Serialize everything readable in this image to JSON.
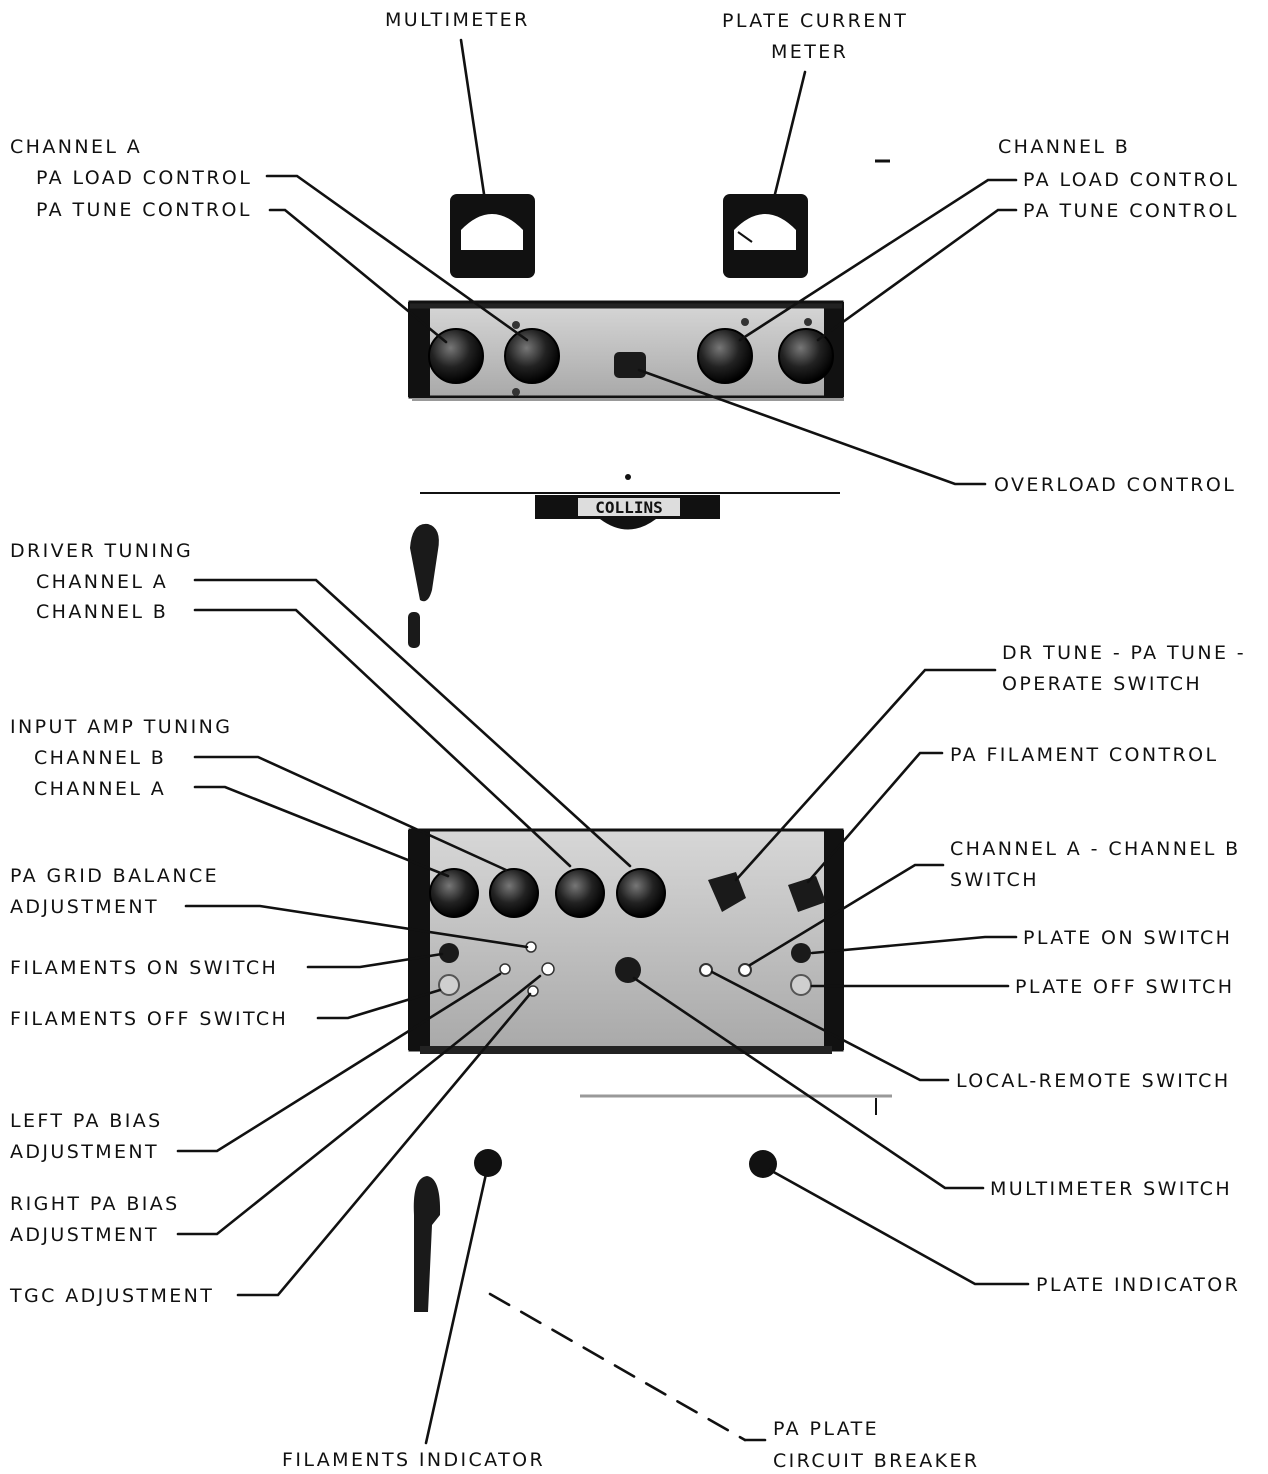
{
  "labels": {
    "multimeter": "MULTIMETER",
    "plate_current_meter_1": "PLATE CURRENT",
    "plate_current_meter_2": "METER",
    "channel_a_header": "CHANNEL A",
    "ch_a_pa_load": "PA LOAD CONTROL",
    "ch_a_pa_tune": "PA TUNE CONTROL",
    "channel_b_header": "CHANNEL B",
    "ch_b_pa_load": "PA LOAD CONTROL",
    "ch_b_pa_tune": "PA TUNE CONTROL",
    "overload_control": "OVERLOAD CONTROL",
    "brand_nameplate": "COLLINS",
    "driver_tuning": "DRIVER TUNING",
    "driver_ch_a": "CHANNEL A",
    "driver_ch_b": "CHANNEL B",
    "dr_tune_1": "DR TUNE - PA TUNE -",
    "dr_tune_2": "OPERATE SWITCH",
    "input_amp_tuning": "INPUT AMP TUNING",
    "input_ch_b": "CHANNEL B",
    "input_ch_a": "CHANNEL A",
    "pa_filament_control": "PA FILAMENT CONTROL",
    "ch_ab_switch_1": "CHANNEL A - CHANNEL B",
    "ch_ab_switch_2": "SWITCH",
    "pa_grid_balance_1": "PA GRID BALANCE",
    "pa_grid_balance_2": "ADJUSTMENT",
    "filaments_on": "FILAMENTS ON SWITCH",
    "plate_on": "PLATE ON SWITCH",
    "filaments_off": "FILAMENTS OFF SWITCH",
    "plate_off": "PLATE OFF SWITCH",
    "local_remote": "LOCAL-REMOTE SWITCH",
    "left_pa_bias_1": "LEFT PA BIAS",
    "left_pa_bias_2": "ADJUSTMENT",
    "multimeter_switch": "MULTIMETER SWITCH",
    "right_pa_bias_1": "RIGHT PA BIAS",
    "right_pa_bias_2": "ADJUSTMENT",
    "plate_indicator": "PLATE INDICATOR",
    "tgc_adjustment": "TGC ADJUSTMENT",
    "pa_plate_cb_1": "PA PLATE",
    "pa_plate_cb_2": "CIRCUIT BREAKER",
    "filaments_indicator": "FILAMENTS INDICATOR"
  },
  "colors": {
    "ink": "#111111",
    "panel": "#b9b9b9",
    "knob": "#1a1a1a"
  }
}
